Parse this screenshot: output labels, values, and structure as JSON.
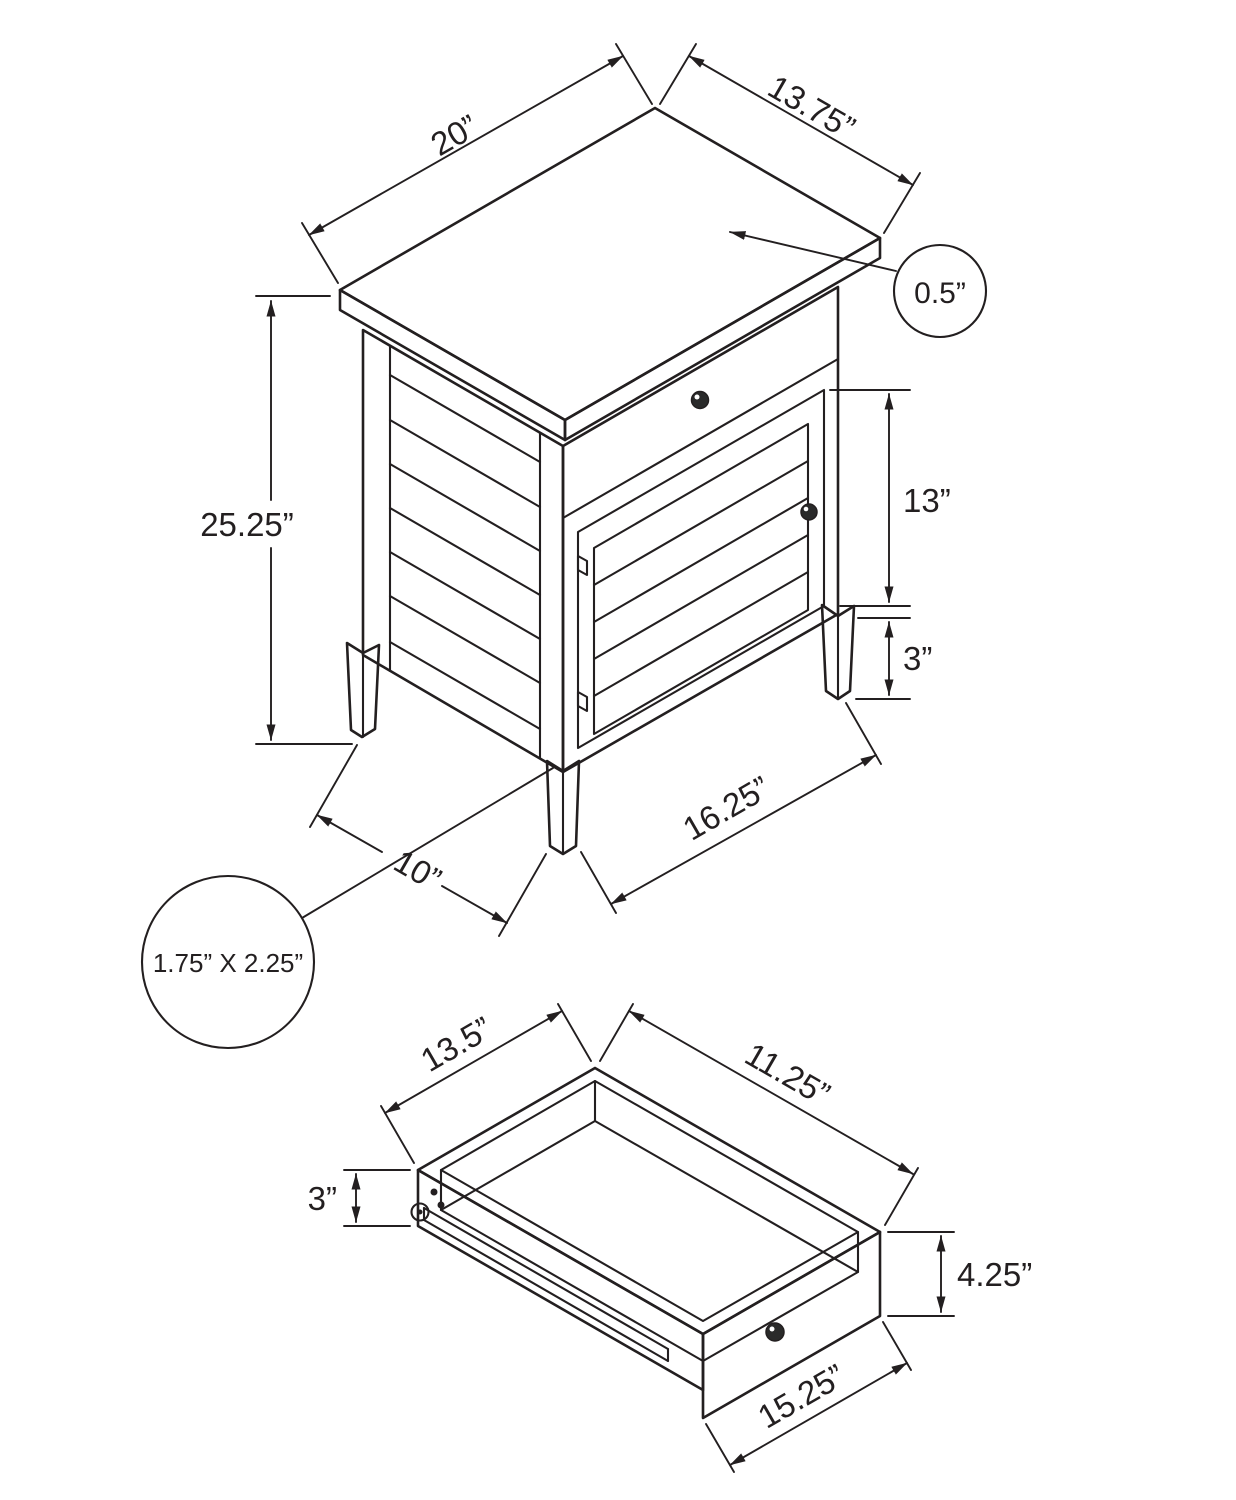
{
  "figure": {
    "kind": "furniture-assembly-dimension-diagram",
    "line_color": "#231f20",
    "background_color": "#ffffff"
  },
  "table_view": {
    "name": "accent table isometric view",
    "dims": {
      "top_width": "20”",
      "top_depth": "13.75”",
      "top_thickness": "0.5”",
      "overall_height": "25.25”",
      "door_height": "13”",
      "leg_height": "3”",
      "front_width": "16.25”",
      "side_depth": "10”",
      "leg_cross_section": "1.75” X 2.25”"
    }
  },
  "drawer_view": {
    "name": "drawer isometric view",
    "dims": {
      "depth": "13.5”",
      "inner_width": "11.25”",
      "side_height": "3”",
      "front_height": "4.25”",
      "front_width": "15.25”"
    }
  }
}
